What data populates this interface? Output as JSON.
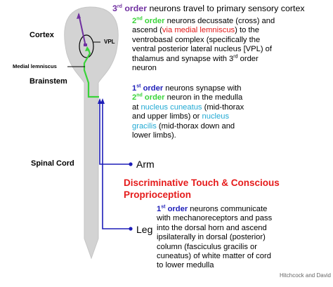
{
  "labels": {
    "cortex": "Cortex",
    "vpl": "VPL",
    "medial_lemniscus": "Medial lemniscus",
    "brainstem": "Brainstem",
    "spinal_cord": "Spinal Cord",
    "arm": "Arm",
    "leg": "Leg"
  },
  "third_order": {
    "ordinal": "3",
    "ordinal_sup": "rd",
    "order_word": " order",
    "rest": " neurons travel to primary sensory cortex"
  },
  "second_order": {
    "ordinal": "2",
    "ordinal_sup": "nd",
    "order_word": " order",
    "line1_rest": " neurons decussate (cross) and",
    "line2_a": "ascend (",
    "line2_red": "via medial lemniscus",
    "line2_b": ") to the",
    "line3": "ventrobasal complex (specifically the",
    "line4": "ventral posterior lateral nucleus [VPL) of",
    "line5_a": "thalamus and synapse with 3",
    "line5_sup": "rd",
    "line5_b": " order",
    "line6": "neuron"
  },
  "first_order_medulla": {
    "ordinal": "1",
    "ordinal_sup": "st",
    "order_word": " order",
    "line1_rest": " neurons synapse with",
    "line2_ordinal": "2",
    "line2_sup": "nd",
    "line2_order_word": " order",
    "line2_rest": " neuron in the medulla",
    "line3_a": "at ",
    "line3_cyan": "nucleus cuneatus",
    "line3_b": " (mid-thorax",
    "line4_a": "and upper limbs) or ",
    "line4_cyan": "nucleus",
    "line5_cyan": "gracilis",
    "line5_b": " (mid-thorax down and",
    "line6": "lower limbs)."
  },
  "heading": {
    "line1": "Discriminative  Touch & Conscious",
    "line2": "Proprioception"
  },
  "first_order_dorsal": {
    "ordinal": "1",
    "ordinal_sup": "st",
    "order_word": " order",
    "line1_rest": " neurons communicate",
    "line2": "with mechanoreceptors and pass",
    "line3": "into the dorsal horn and ascend",
    "line4": "ipsilaterally in dorsal (posterior)",
    "line5": "column (fasciculus gracilis or",
    "line6": "cuneatus) of white matter of cord",
    "line7": "to lower medulla"
  },
  "credit": "Hitchcock and David",
  "colors": {
    "cord": "#d3d3d3",
    "third_order": "#7030a0",
    "second_order": "#39d339",
    "first_order": "#1d1db8",
    "heading": "#e51b1b",
    "nucleus": "#21a9d3",
    "lemniscus_text": "#e01818"
  }
}
